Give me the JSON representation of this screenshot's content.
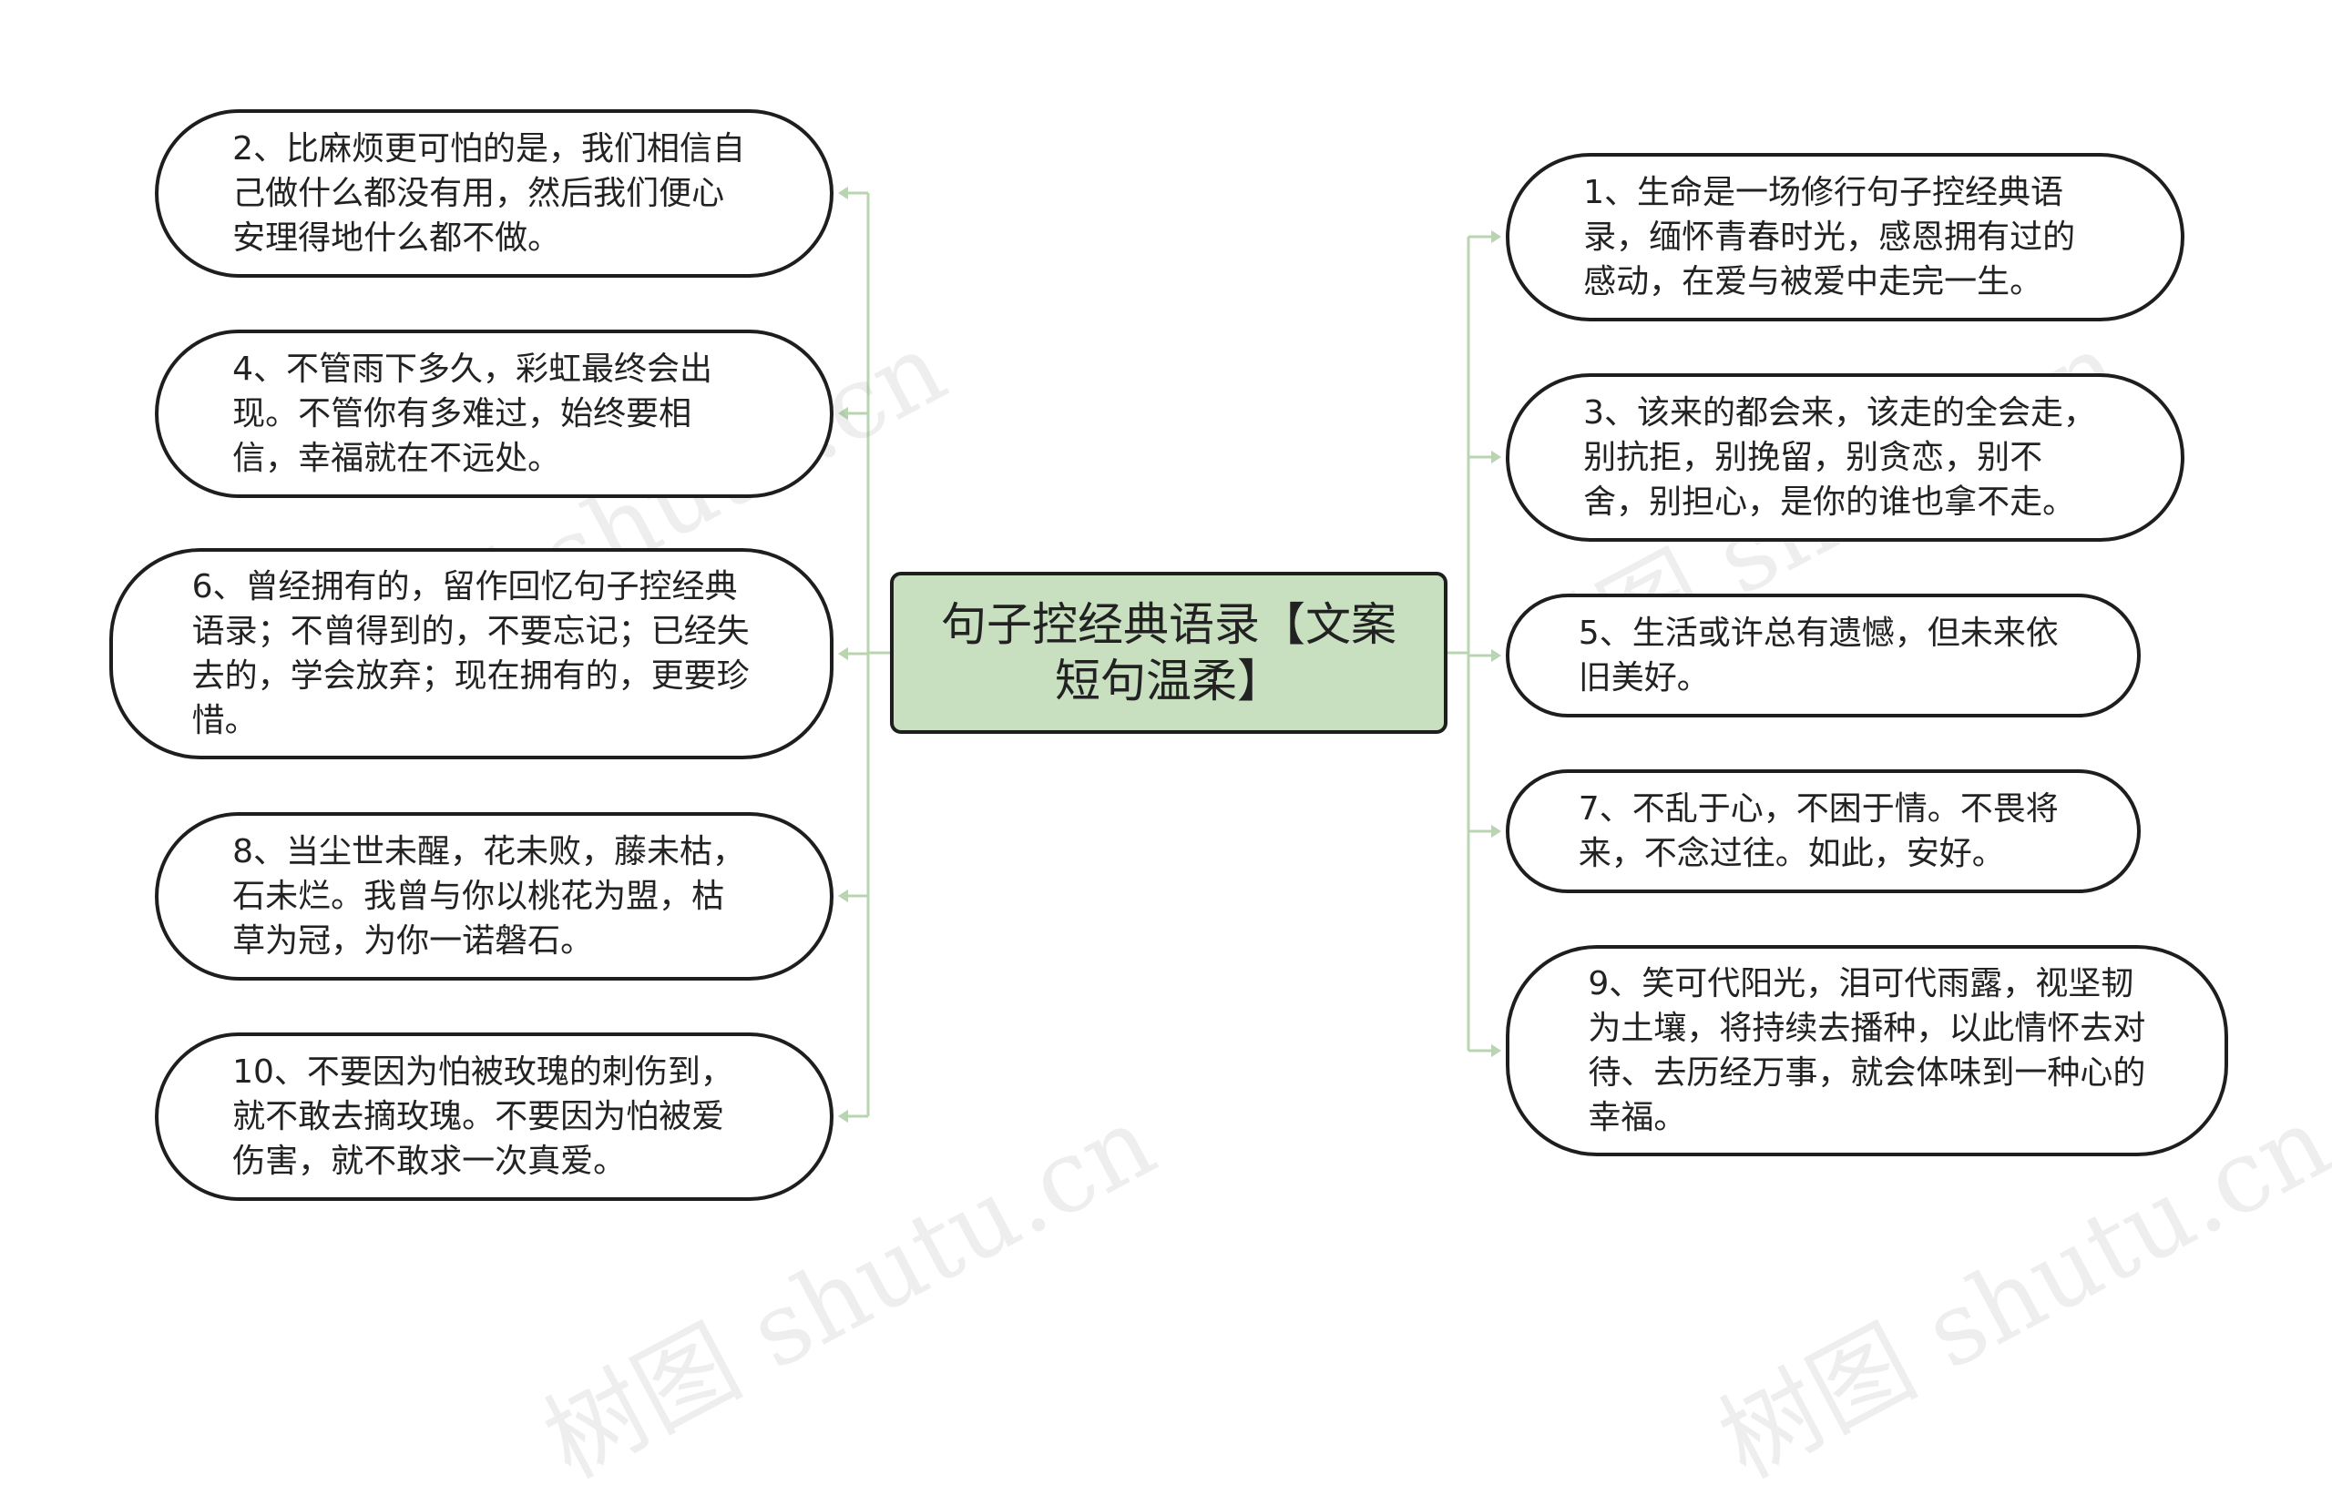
{
  "center": {
    "text": "句子控经典语录【文案短句温柔】"
  },
  "left_nodes": [
    {
      "text": "2、比麻烦更可怕的是，我们相信自己做什么都没有用，然后我们便心安理得地什么都不做。"
    },
    {
      "text": "4、不管雨下多久，彩虹最终会出现。不管你有多难过，始终要相信，幸福就在不远处。"
    },
    {
      "text": "6、曾经拥有的，留作回忆句子控经典语录；不曾得到的，不要忘记；已经失去的，学会放弃；现在拥有的，更要珍惜。"
    },
    {
      "text": "8、当尘世未醒，花未败，藤未枯，石未烂。我曾与你以桃花为盟，枯草为冠，为你一诺磐石。"
    },
    {
      "text": "10、不要因为怕被玫瑰的刺伤到，就不敢去摘玫瑰。不要因为怕被爱伤害，就不敢求一次真爱。"
    }
  ],
  "right_nodes": [
    {
      "text": "1、生命是一场修行句子控经典语录，缅怀青春时光，感恩拥有过的感动，在爱与被爱中走完一生。"
    },
    {
      "text": "3、该来的都会来，该走的全会走，别抗拒，别挽留，别贪恋，别不舍，别担心，是你的谁也拿不走。"
    },
    {
      "text": "5、生活或许总有遗憾，但未来依旧美好。"
    },
    {
      "text": "7、不乱于心，不困于情。不畏将来，不念过往。如此，安好。"
    },
    {
      "text": "9、笑可代阳光，泪可代雨露，视坚韧为土壤，将持续去播种，以此情怀去对待、去历经万事，就会体味到一种心的幸福。"
    }
  ],
  "watermark": {
    "text": "树图 shutu.cn"
  },
  "colors": {
    "connector": "#b8d4b0",
    "center_fill": "#c8dfc0",
    "border": "#1e1e1e"
  }
}
